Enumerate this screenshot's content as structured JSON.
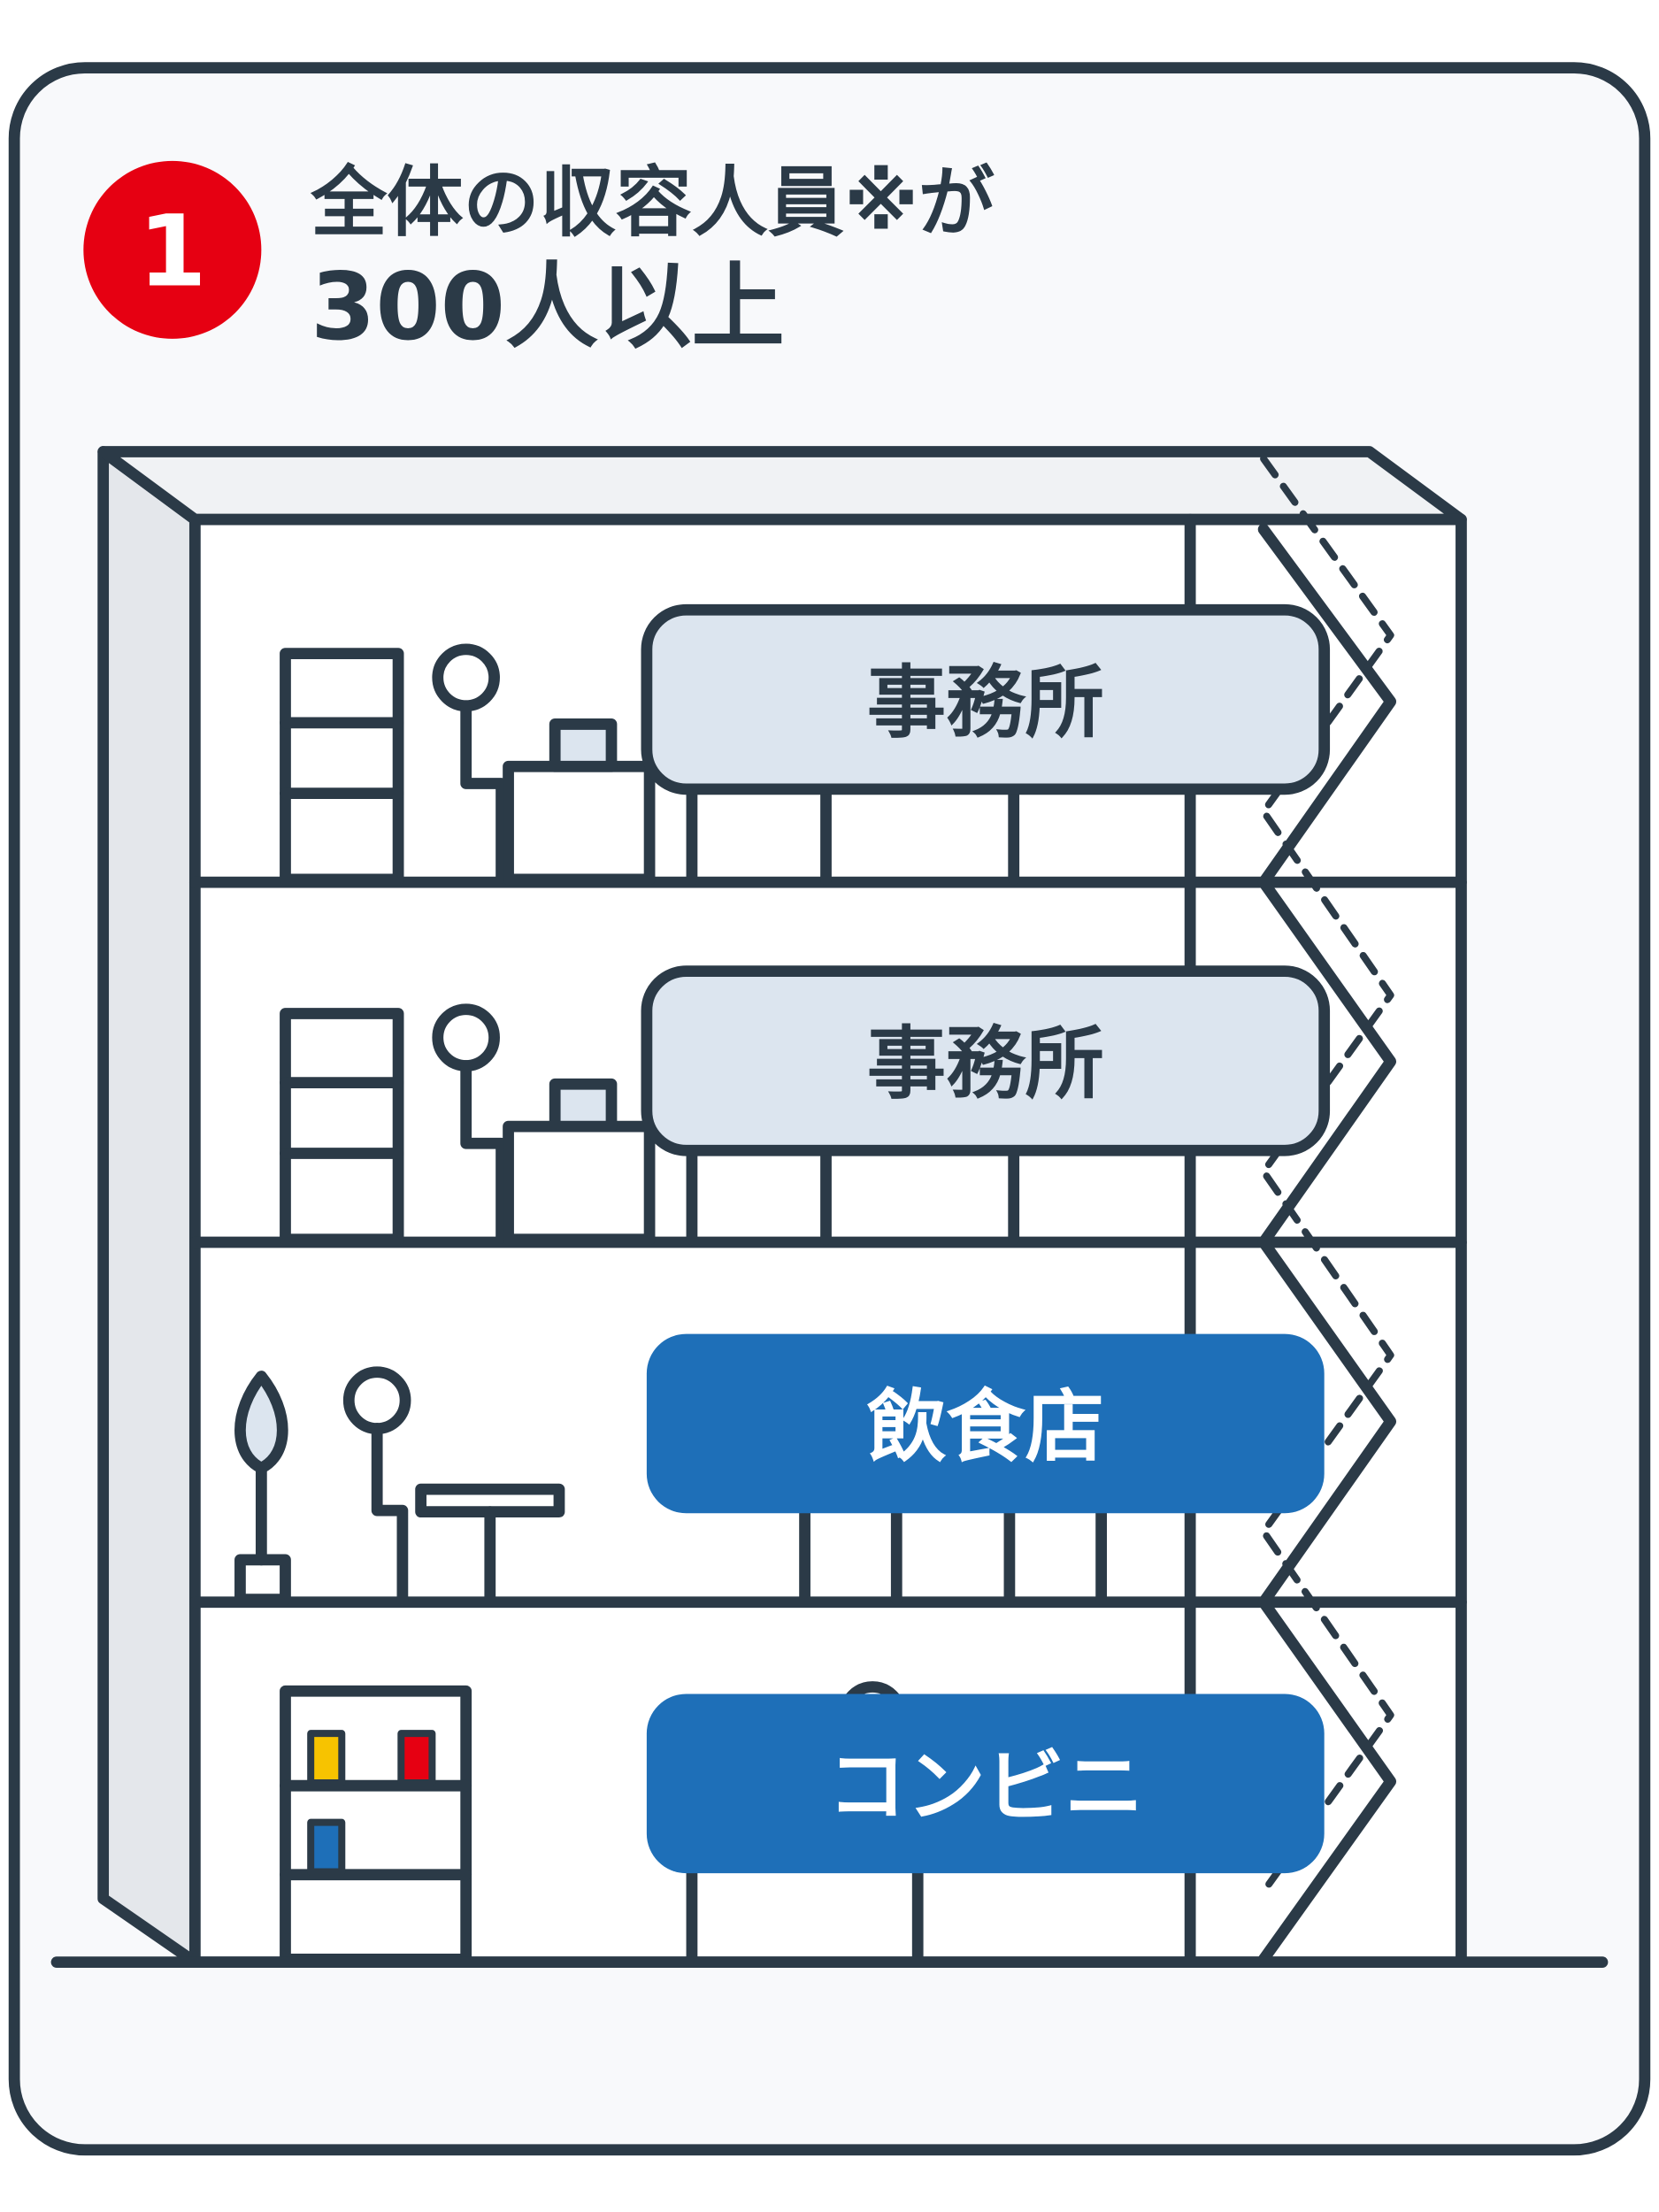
{
  "badge": {
    "number": "1"
  },
  "heading": {
    "line1": "全体の収容人員※が",
    "line2": "300人以上"
  },
  "floors": [
    {
      "label": "事務所",
      "highlighted": false
    },
    {
      "label": "事務所",
      "highlighted": false
    },
    {
      "label": "飲食店",
      "highlighted": true
    },
    {
      "label": "コンビニ",
      "highlighted": true
    }
  ],
  "colors": {
    "badge": "#e60012",
    "highlight": "#1e6fb8",
    "normal_label": "#dce5ef",
    "stroke": "#2b3a47",
    "card_bg": "#f8f9fb"
  }
}
